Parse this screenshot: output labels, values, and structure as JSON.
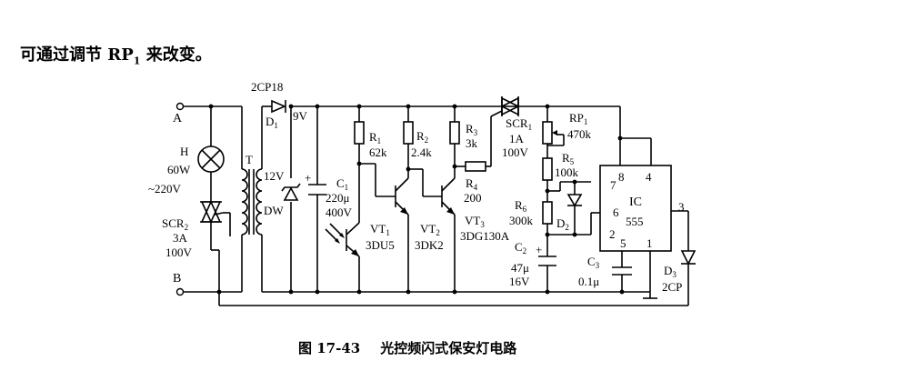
{
  "intro": {
    "prefix": "可通过调节 ",
    "ref": "RP",
    "sub": "1",
    "suffix": " 来改变。"
  },
  "caption": {
    "fig": "图 17-43",
    "title": "光控频闪式保安灯电路"
  },
  "terminals": {
    "a": "A",
    "b": "B",
    "mains": "~220V"
  },
  "lamp": {
    "name": "H",
    "rating": "60W"
  },
  "scr2": {
    "name": "SCR",
    "sub": "2",
    "current": "3A",
    "voltage": "100V"
  },
  "transformer": {
    "name": "T",
    "secondary": "12V"
  },
  "d1": {
    "name": "D",
    "sub": "1",
    "type": "2CP18"
  },
  "supply": {
    "voltage": "9V"
  },
  "dw": {
    "name": "DW"
  },
  "c1": {
    "name": "C",
    "sub": "1",
    "value": "220μ",
    "voltage": "400V"
  },
  "r1": {
    "name": "R",
    "sub": "1",
    "value": "62k"
  },
  "r2": {
    "name": "R",
    "sub": "2",
    "value": "2.4k"
  },
  "r3": {
    "name": "R",
    "sub": "3",
    "value": "3k"
  },
  "r4": {
    "name": "R",
    "sub": "4",
    "value": "200"
  },
  "vt1": {
    "name": "VT",
    "sub": "1",
    "type": "3DU5"
  },
  "vt2": {
    "name": "VT",
    "sub": "2",
    "type": "3DK2"
  },
  "vt3": {
    "name": "VT",
    "sub": "3",
    "type": "3DG130A"
  },
  "scr1": {
    "name": "SCR",
    "sub": "1",
    "current": "1A",
    "voltage": "100V"
  },
  "rp1": {
    "name": "RP",
    "sub": "1",
    "value": "470k"
  },
  "r5": {
    "name": "R",
    "sub": "5",
    "value": "100k"
  },
  "r6": {
    "name": "R",
    "sub": "6",
    "value": "300k"
  },
  "d2": {
    "name": "D",
    "sub": "2"
  },
  "c2": {
    "name": "C",
    "sub": "2",
    "value": "47μ",
    "voltage": "16V"
  },
  "c3": {
    "name": "C",
    "sub": "3",
    "value": "0.1μ"
  },
  "ic": {
    "name": "IC",
    "type": "555",
    "pins": {
      "p1": "1",
      "p2": "2",
      "p3": "3",
      "p4": "4",
      "p5": "5",
      "p6": "6",
      "p7": "7",
      "p8": "8"
    }
  },
  "d3": {
    "name": "D",
    "sub": "3",
    "type": "2CP"
  },
  "polarity": {
    "plus": "+"
  }
}
